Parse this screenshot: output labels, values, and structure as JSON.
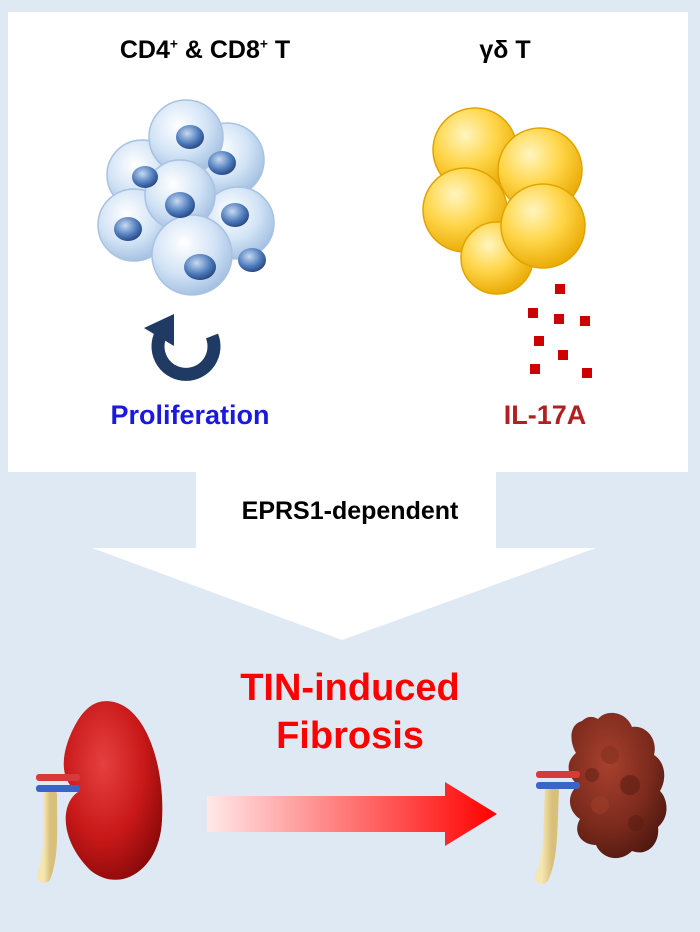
{
  "panel": {
    "cd_t_cells": {
      "base": "CD4",
      "sup1": "+",
      "mid": " & CD8",
      "sup2": "+",
      "end": " T"
    },
    "gd_t_cells": "γδ T",
    "proliferation": "Proliferation",
    "cytokine": "IL-17A"
  },
  "arrow_label": "EPRS1-dependent",
  "outcome": {
    "line1": "TIN-induced",
    "line2": "Fibrosis"
  },
  "colors": {
    "background": "#dfe9f3",
    "panel": "#ffffff",
    "proliferation_text": "#1a1adb",
    "cytokine_text": "#b02020",
    "fibrosis_text": "#ff0000",
    "t_cell_fill": "#c9ddf2",
    "t_cell_nucleus": "#3f6aa8",
    "gd_cell_fill": "#ffd23f",
    "cytokine_dot": "#cc0000",
    "cycle_arrow": "#1f3a63"
  }
}
